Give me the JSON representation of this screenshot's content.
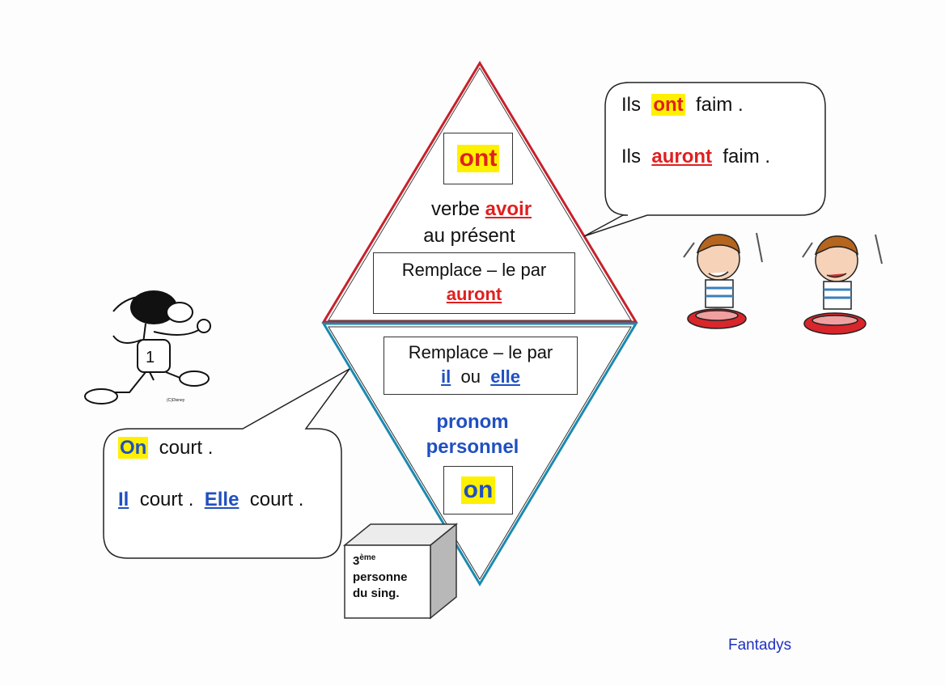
{
  "top": {
    "word": "ont",
    "line1_prefix": "verbe",
    "line1_verb": "avoir",
    "line2": "au  présent",
    "replace_label": "Remplace – le  par",
    "replace_word": "auront"
  },
  "bottom": {
    "replace_label": "Remplace – le  par",
    "pronoun1": "il",
    "or": "ou",
    "pronoun2": "elle",
    "type_line1": "pronom",
    "type_line2": "personnel",
    "word": "on"
  },
  "bubble_right": {
    "s1_subject": "Ils",
    "s1_word": "ont",
    "s1_rest": "faim .",
    "s2_subject": "Ils",
    "s2_word": "auront",
    "s2_rest": "faim ."
  },
  "bubble_left": {
    "s1_word": "On",
    "s1_rest": "court .",
    "s2_word1": "Il",
    "s2_rest1": "court .",
    "s2_word2": "Elle",
    "s2_rest2": "court ."
  },
  "cube": {
    "number": "3",
    "sup": "ème",
    "line2": "personne",
    "line3": "du sing."
  },
  "credit": "Fantadys",
  "goofy_copyright": "(C)Disney",
  "colors": {
    "red": "#e02020",
    "blue": "#2050c0",
    "highlight": "#fff000",
    "top_border": "#c8202a",
    "bottom_border": "#1a8ab0"
  }
}
